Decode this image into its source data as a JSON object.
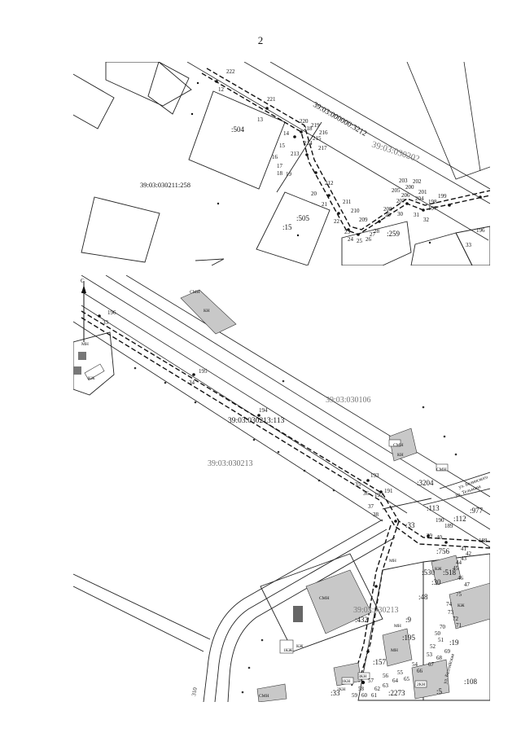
{
  "page_number": "2",
  "top_map": {
    "parcel_labels": [
      ":504",
      ":505",
      ":15",
      ":259"
    ],
    "cadastral_block_left": "39:03:030211:258",
    "cadastral_road": "39:03:000000:3212",
    "cadastral_block_right": "39:03:030202",
    "point_numbers": [
      "222",
      "12",
      "221",
      "13",
      "220",
      "218",
      "219",
      "216",
      "14",
      "215",
      "214",
      "217",
      "15",
      "213",
      "16",
      "17",
      "18",
      "19",
      "212",
      "20",
      "211",
      "21",
      "210",
      "22",
      "209",
      "23",
      "24",
      "25",
      "26",
      "27",
      "28",
      "208",
      "203",
      "202",
      "205",
      "200",
      "201",
      "206",
      "204",
      "207",
      "199",
      "29",
      "30",
      "31",
      "198",
      "197",
      "32",
      "196",
      "33"
    ]
  },
  "bottom_map": {
    "north_label": "С",
    "blocks": [
      "39:03:030106",
      "39:03:030213"
    ],
    "road_parcel": "39:03:030213:113",
    "sub_block": "39:03:030213",
    "parcel_labels": [
      ":3204",
      ":113",
      ":977",
      ":112",
      ":33",
      ":756",
      ":518",
      ":530",
      ":30",
      ":48",
      ":432",
      ":195",
      ":157",
      ":19",
      ":2273",
      ":33",
      ":108",
      ":5",
      ":9"
    ],
    "building_tags": [
      "СМН",
      "КН",
      "МН",
      "КЖ",
      "СМН",
      "СМН",
      "КН",
      "СМН",
      "КЖ",
      "МН",
      "МН",
      "КЖ",
      "КЖ",
      "МН",
      "1КН",
      "3КН",
      "2КН",
      "СМН",
      "1КЖ",
      "2КН"
    ],
    "street_labels": [
      "ул. Тельмана",
      "ул. Балтийская",
      "ул. Белинского"
    ],
    "point_numbers": [
      "196",
      "33",
      "195",
      "34",
      "194",
      "193",
      "35",
      "36",
      "192",
      "191",
      "37",
      "38",
      "190",
      "189",
      "39",
      "40",
      "188",
      "41",
      "42",
      "43",
      "44",
      "45",
      "46",
      "47",
      "75",
      "74",
      "73",
      "72",
      "71",
      "70",
      "50",
      "51",
      "52",
      "53",
      "54",
      "55",
      "56",
      "57",
      "58",
      "59",
      "60",
      "61",
      "62",
      "63",
      "64",
      "65",
      "66",
      "67",
      "68",
      "69"
    ],
    "road_marker": "310"
  }
}
